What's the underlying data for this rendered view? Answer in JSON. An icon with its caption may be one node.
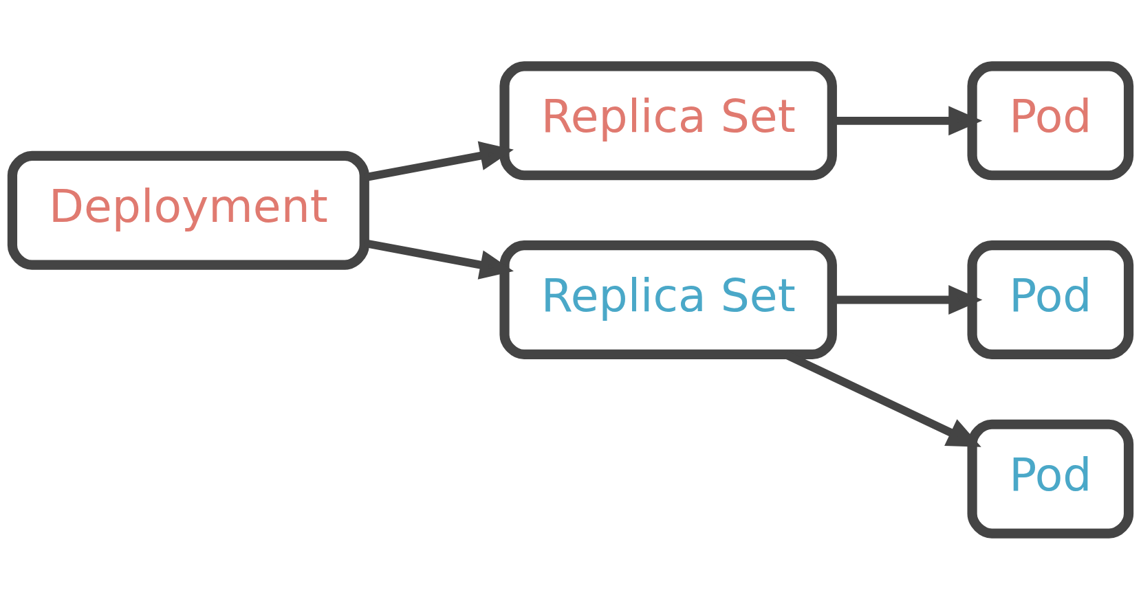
{
  "diagram": {
    "nodes": [
      {
        "text": [
          "Deployment"
        ]
      },
      {
        "text": [
          "Replica Set"
        ]
      },
      {
        "text": [
          "Replica Set"
        ]
      },
      {
        "text": [
          "Pod"
        ]
      },
      {
        "text": [
          "Pod"
        ]
      },
      {
        "text": [
          "Pod"
        ]
      }
    ],
    "edges": [
      {
        "from": 0,
        "to": 1,
        "arrow": "to"
      },
      {
        "from": 0,
        "to": 2,
        "arrow": "to"
      },
      {
        "from": 1,
        "to": 3,
        "arrow": "to"
      },
      {
        "from": 2,
        "to": 4,
        "arrow": "to"
      },
      {
        "from": 2,
        "to": 5,
        "arrow": "to"
      }
    ]
  }
}
